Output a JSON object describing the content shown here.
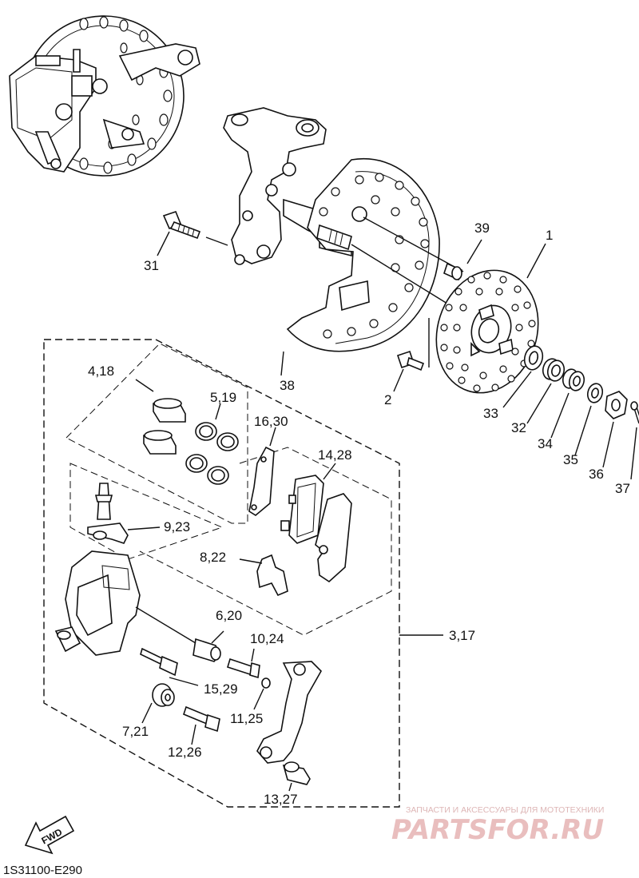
{
  "labels": {
    "l1": "1",
    "l2": "2",
    "l31": "31",
    "l38": "38",
    "l39": "39",
    "l33": "33",
    "l32": "32",
    "l34": "34",
    "l35": "35",
    "l36": "36",
    "l37": "37",
    "l4_18": "4,18",
    "l5_19": "5,19",
    "l16_30": "16,30",
    "l14_28": "14,28",
    "l9_23": "9,23",
    "l8_22": "8,22",
    "l6_20": "6,20",
    "l10_24": "10,24",
    "l3_17": "3,17",
    "l15_29": "15,29",
    "l7_21": "7,21",
    "l11_25": "11,25",
    "l12_26": "12,26",
    "l13_27": "13,27"
  },
  "fwd_label": "FWD",
  "diagram_code": "1S31100-E290",
  "watermark": {
    "tagline": "ЗАПЧАСТИ И АКСЕССУАРЫ ДЛЯ МОТОТЕХНИКИ",
    "brand": "PARTSFOR.RU"
  }
}
